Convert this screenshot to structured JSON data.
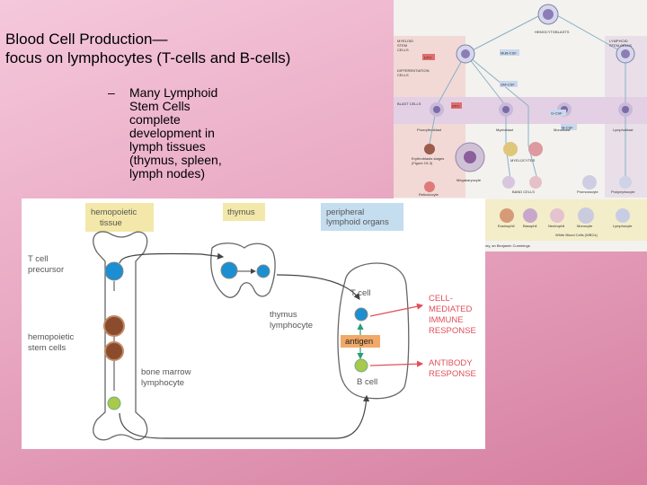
{
  "slide": {
    "title_line1": "Blood Cell Production—",
    "title_line2": "focus on lymphocytes (T-cells and B-cells)",
    "bullet_dash": "–",
    "bullet_lines": [
      "Many Lymphoid",
      "Stem Cells",
      "complete",
      "development in",
      "lymph tissues",
      "(thymus, spleen,",
      "lymph nodes)"
    ]
  },
  "diagram": {
    "hemopoietic_tissue": [
      "hemopoietic",
      "tissue"
    ],
    "thymus": "thymus",
    "peripheral": [
      "peripheral",
      "lymphoid organs"
    ],
    "t_cell_precursor": [
      "T cell",
      "precursor"
    ],
    "hemopoietic_stem": [
      "hemopoietic",
      "stem cells"
    ],
    "bone_marrow_lymphocyte": [
      "bone marrow",
      "lymphocyte"
    ],
    "thymus_lymphocyte": [
      "thymus",
      "lymphocyte"
    ],
    "t_cell": "T cell",
    "b_cell": "B cell",
    "antigen": "antigen",
    "cell_mediated": [
      "CELL-",
      "MEDIATED",
      "IMMUNE",
      "RESPONSE"
    ],
    "antibody": [
      "ANTIBODY",
      "RESPONSE"
    ]
  },
  "inset": {
    "hemocytoblasts": "HEMOCYTOBLASTS",
    "myeloid": [
      "MYELOID",
      "STEM",
      "CELLS"
    ],
    "lymphoid": [
      "LYMPHOID",
      "STEM CELLS"
    ],
    "differentiation": [
      "DIFFERENTIATION",
      "CELLS"
    ],
    "blast": "BLAST CELLS",
    "proerythroblast": "Proerythroblast",
    "myeloblast": "Myeloblast",
    "monoblast": "Monoblast",
    "lymphoblast": "Lymphoblast",
    "erythroblast": [
      "Erythroblasts stages",
      "(Figure 19-3)"
    ],
    "megakaryocyte": "Megakaryocyte",
    "myelocytes": "MYELOCYTES",
    "band": "BAND CELLS",
    "reticulocyte": "Reticulocyte",
    "promonocyte": "Promonocyte",
    "prolymphocyte": "Prolymphocyte",
    "eosinophil": "Eosinophil",
    "basophil": "Basophil",
    "neutrophil": "Neutrophil",
    "monocyte": "Monocyte",
    "lymphocyte": "Lymphocyte",
    "wbc": "White Blood Cells (WBCs)",
    "credit": "Ivey, an Benjamin Cummings",
    "epo": "EPO",
    "multi_csf": "Multi-CSF",
    "gm_csf": "GM-CSF",
    "g_csf": "G-CSF",
    "m_csf": "M-CSF"
  }
}
